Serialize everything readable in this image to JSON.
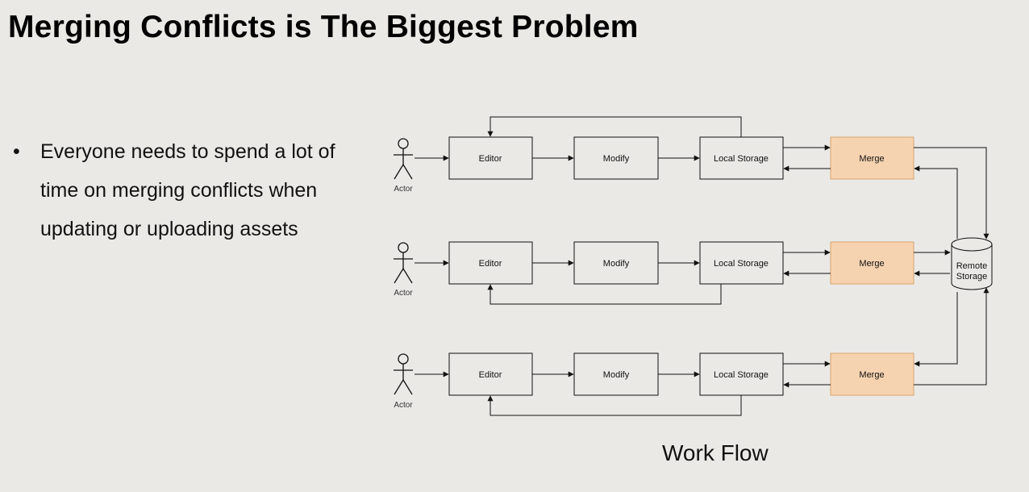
{
  "slide": {
    "title": "Merging Conflicts is The Biggest Problem",
    "bullet_symbol": "•",
    "bullet_text": "Everyone needs to spend a lot of time on merging conflicts when updating or uploading assets",
    "caption": "Work Flow"
  },
  "diagram": {
    "actor_label": "Actor",
    "remote_storage": [
      "Remote",
      "Storage"
    ],
    "rows": [
      {
        "editor": "Editor",
        "modify": "Modify",
        "local": "Local Storage",
        "merge": "Merge"
      },
      {
        "editor": "Editor",
        "modify": "Modify",
        "local": "Local Storage",
        "merge": "Merge"
      },
      {
        "editor": "Editor",
        "modify": "Modify",
        "local": "Local Storage",
        "merge": "Merge"
      }
    ],
    "colors": {
      "background": "#eae9e6",
      "box_fill": "#eae9e6",
      "merge_fill": "#f6d3b0",
      "merge_stroke": "#d9a36a",
      "line": "#111111"
    }
  }
}
